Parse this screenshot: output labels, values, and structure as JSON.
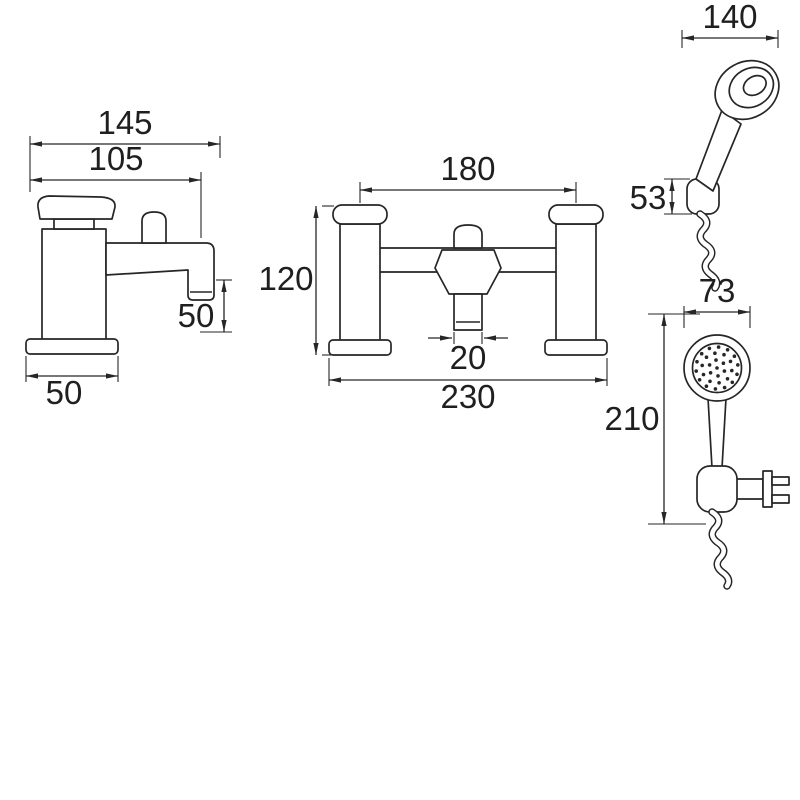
{
  "colors": {
    "background": "#ffffff",
    "line": "#262626",
    "text": "#1f1f1f"
  },
  "views": {
    "tap_side": {
      "dims": {
        "overall": "145",
        "spout": "105",
        "drop": "50",
        "base": "50"
      }
    },
    "tap_front": {
      "dims": {
        "centres": "180",
        "height": "120",
        "outlet": "20",
        "width": "230"
      }
    },
    "handset_holder": {
      "dims": {
        "length": "140",
        "holder": "53"
      }
    },
    "handset_face": {
      "dims": {
        "diameter": "73",
        "length": "210"
      }
    }
  }
}
